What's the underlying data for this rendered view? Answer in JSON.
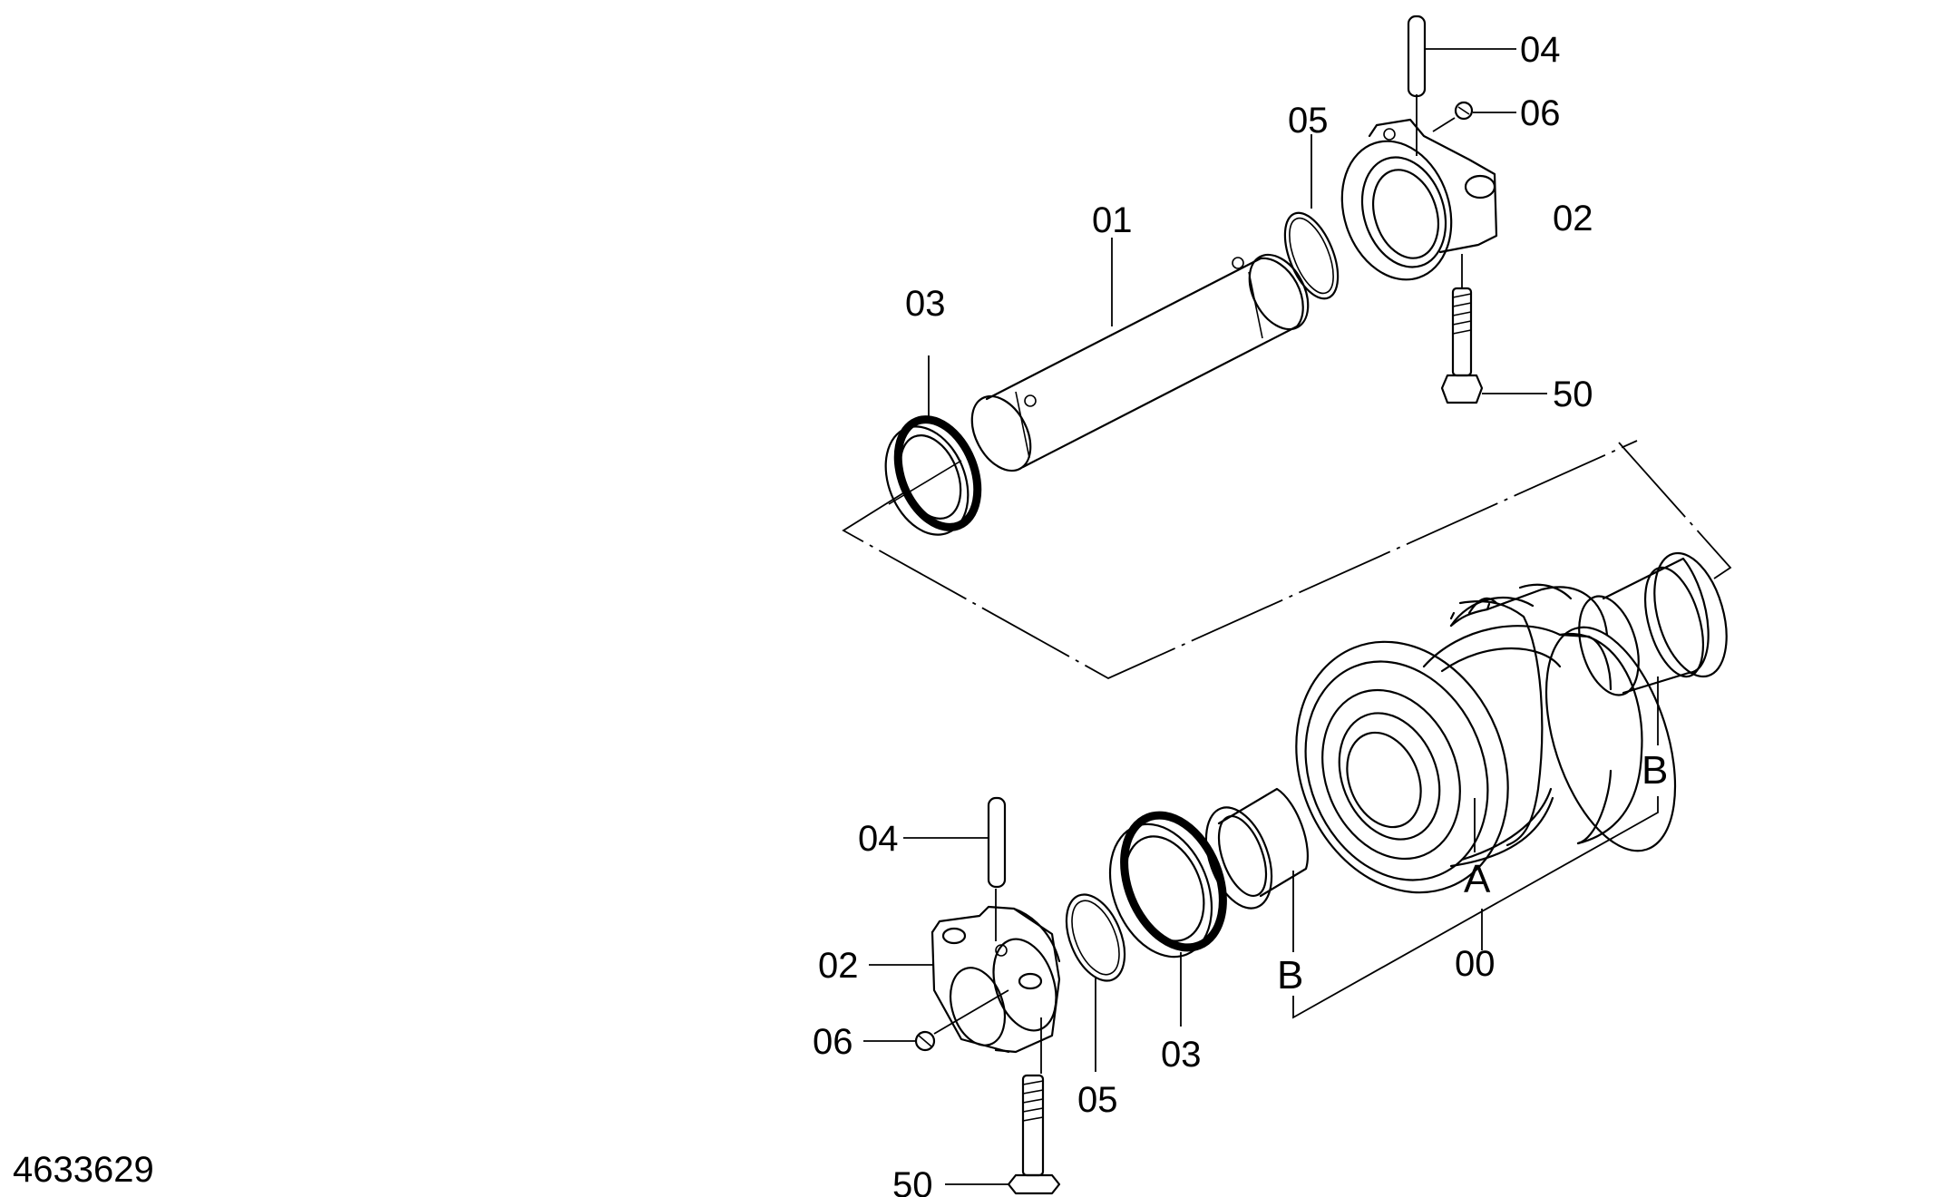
{
  "drawing_number": "4633629",
  "callouts": {
    "shaft": "01",
    "bracket": "02",
    "seal": "03",
    "pin": "04",
    "o_ring": "05",
    "plug": "06",
    "bolt": "50",
    "roller_assembly": "00",
    "ref_a": "A",
    "ref_b": "B"
  }
}
